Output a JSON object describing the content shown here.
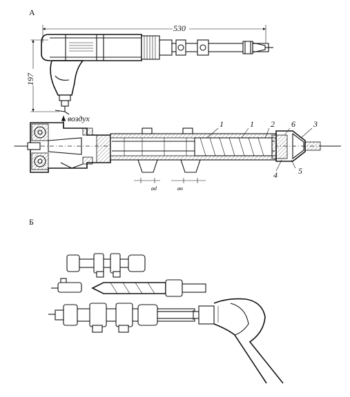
{
  "panels": {
    "a": {
      "letter": "А"
    },
    "b": {
      "letter": "Б"
    }
  },
  "dimensions": {
    "length": "530",
    "height": "197"
  },
  "annotations": {
    "air": "воздух",
    "diam_d": "ød",
    "diam_n": "øн"
  },
  "callouts": [
    {
      "id": "1a",
      "text": "1"
    },
    {
      "id": "1b",
      "text": "1"
    },
    {
      "id": "2",
      "text": "2"
    },
    {
      "id": "6",
      "text": "6"
    },
    {
      "id": "3",
      "text": "3"
    },
    {
      "id": "4",
      "text": "4"
    },
    {
      "id": "5",
      "text": "5"
    }
  ]
}
